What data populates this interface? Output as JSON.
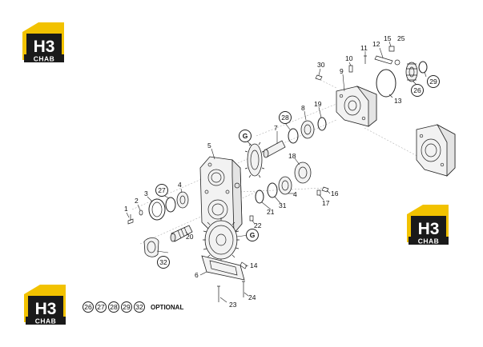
{
  "logo": {
    "mark": "H3",
    "name": "CHAB"
  },
  "part_labels": [
    "1",
    "2",
    "3",
    "4",
    "4",
    "5",
    "6",
    "7",
    "8",
    "9",
    "10",
    "11",
    "12",
    "13",
    "14",
    "15",
    "16",
    "17",
    "18",
    "19",
    "20",
    "21",
    "22",
    "23",
    "24",
    "25",
    "30",
    "31"
  ],
  "callouts": [
    "26",
    "27",
    "28",
    "29",
    "32",
    "G",
    "G"
  ],
  "legend": {
    "items": [
      "26",
      "27",
      "28",
      "29",
      "32"
    ],
    "label": "OPTIONAL"
  },
  "colors": {
    "logo_yellow": "#f2c200",
    "logo_black": "#1a1a1a",
    "line": "#222222"
  }
}
